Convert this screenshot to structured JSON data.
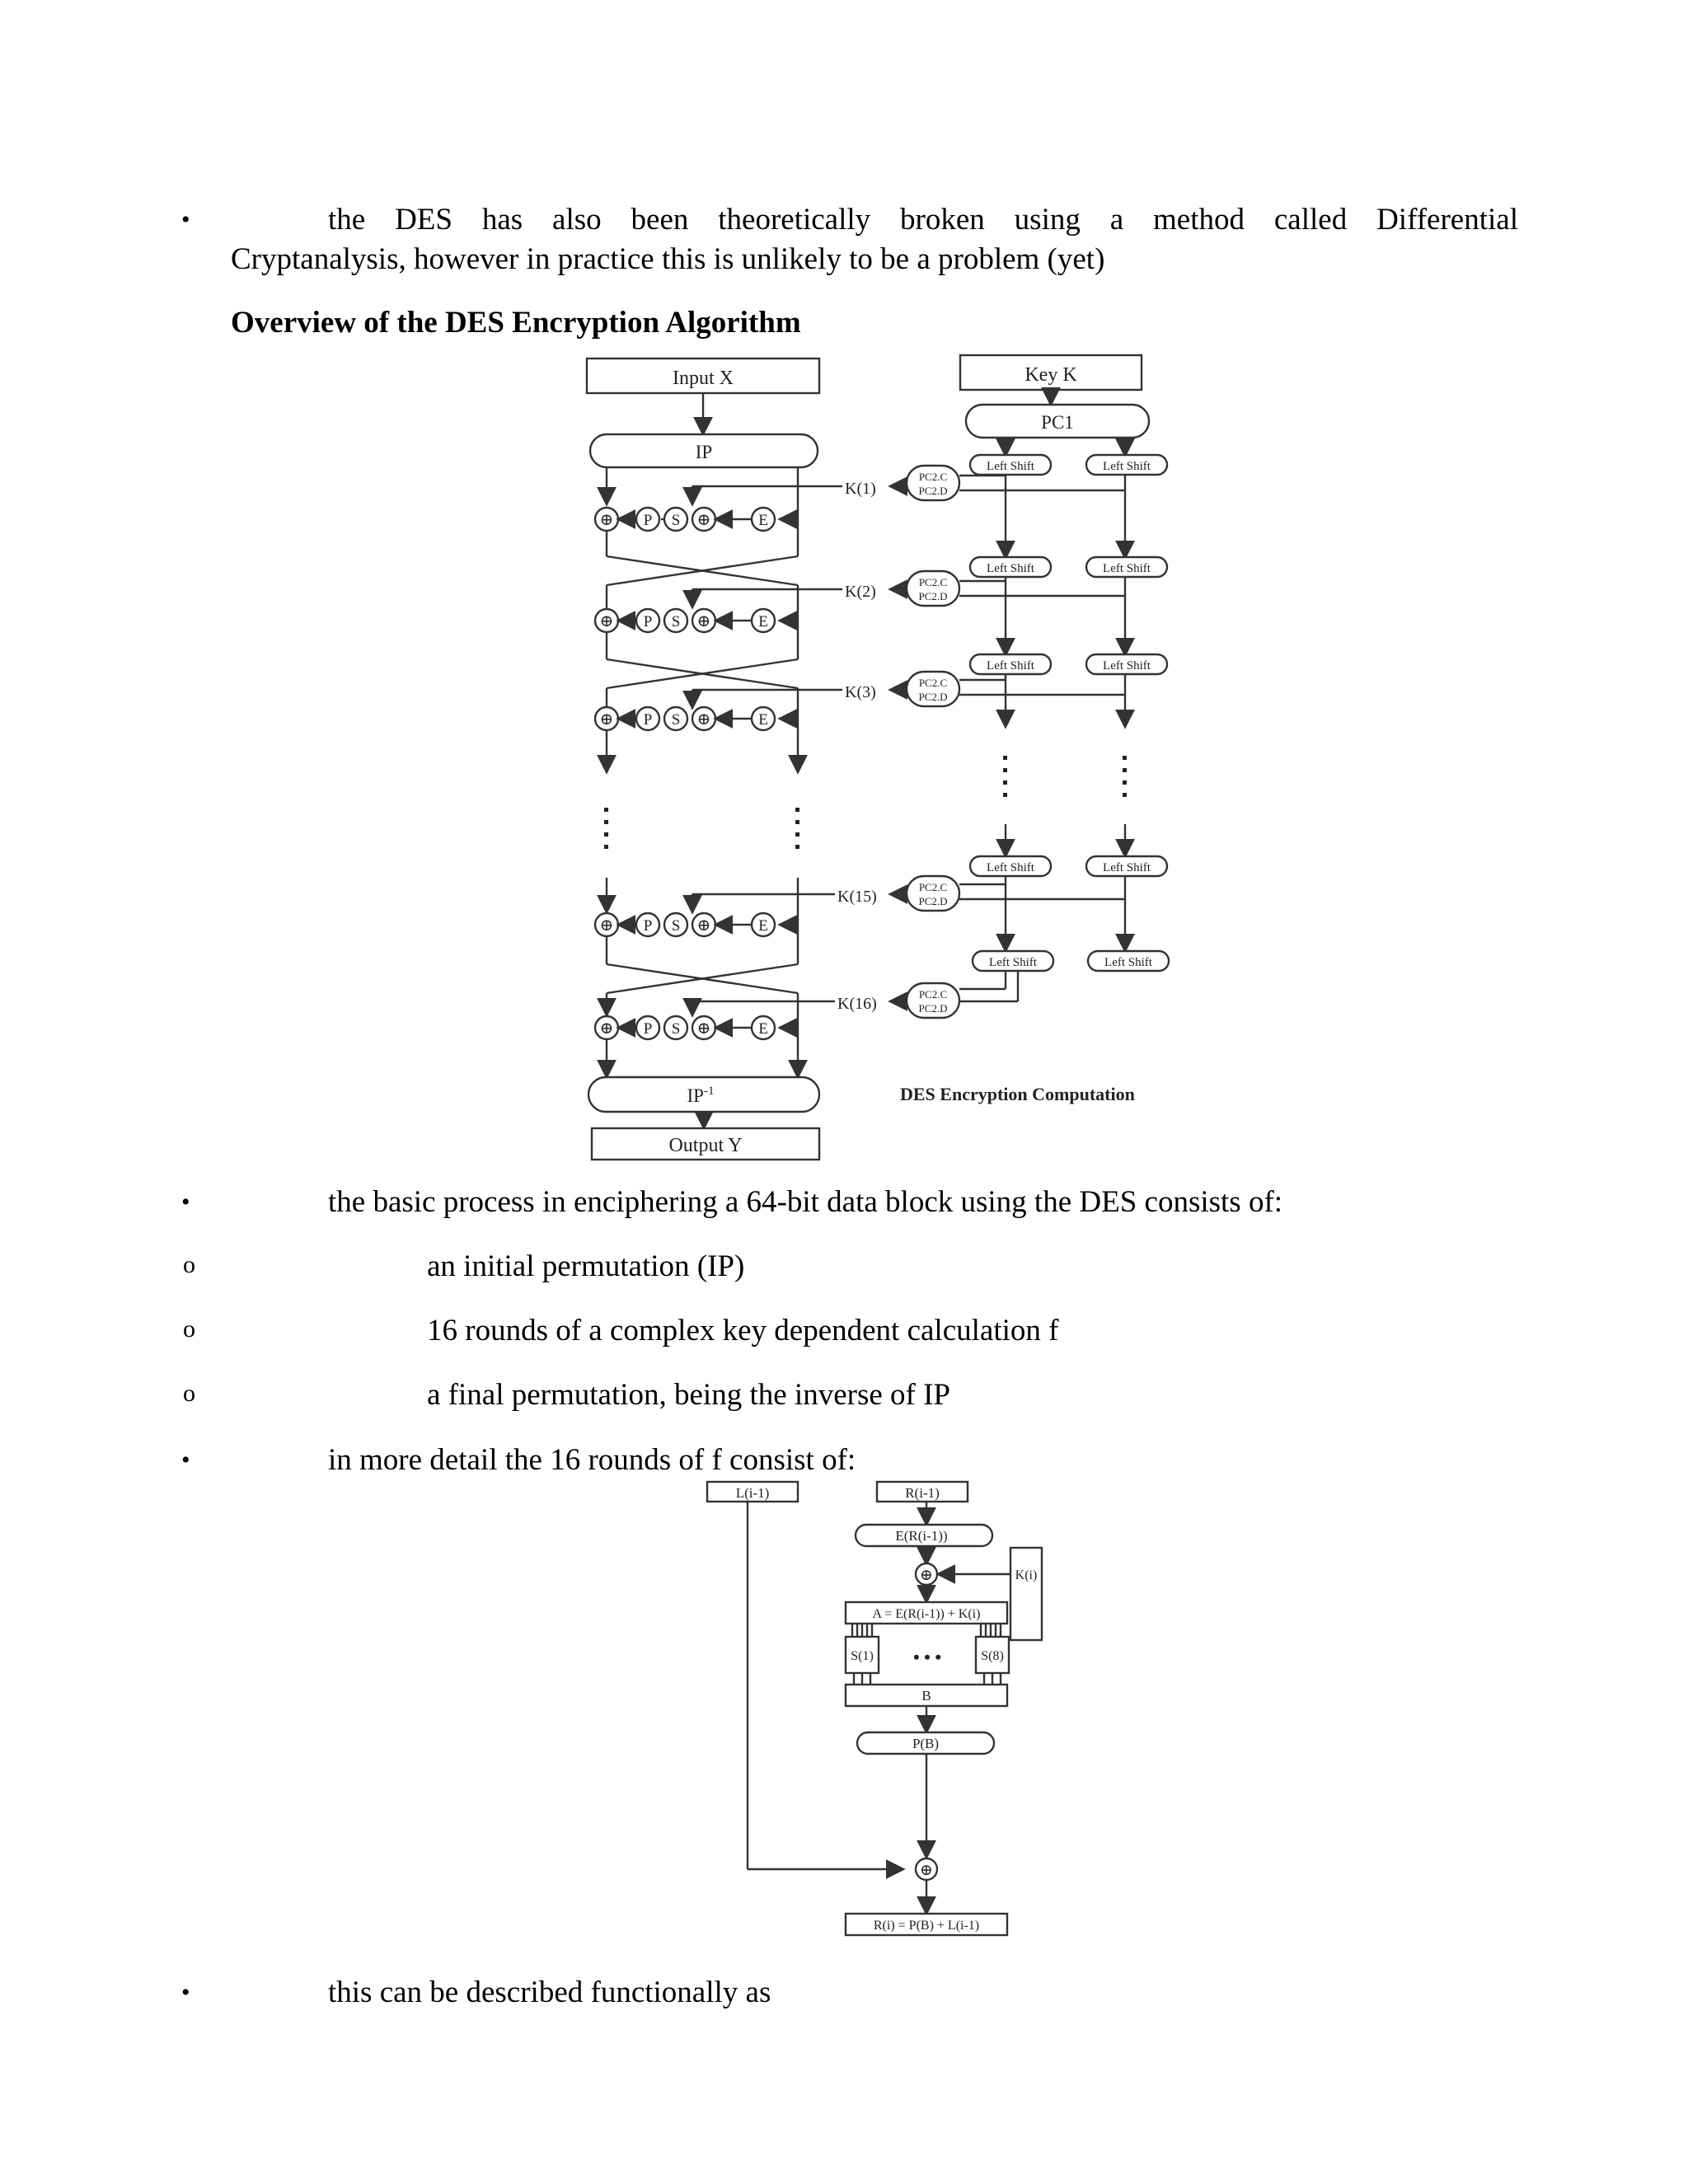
{
  "paragraphs": {
    "p1_line1": "the DES has also been theoretically broken using a method called Differential",
    "p1_line2": "Cryptanalysis, however in practice this is unlikely to be a problem (yet)",
    "heading": "Overview of the DES Encryption Algorithm",
    "p2": "the basic process in enciphering a 64-bit data block using the DES consists of:",
    "sub1": "an initial permutation (IP)",
    "sub2": "16 rounds of a complex key dependent calculation f",
    "sub3": "a final permutation, being the inverse of IP",
    "p3": "in more detail the 16 rounds of f consist of:",
    "p4": "this can be described functionally as"
  },
  "bullets": {
    "filled": "•",
    "hollow": "o"
  },
  "des_diagram": {
    "input": "Input X",
    "key": "Key K",
    "pc1": "PC1",
    "ip": "IP",
    "ip_inverse_base": "IP",
    "ip_inverse_sup": "-1",
    "output": "Output Y",
    "caption": "DES Encryption Computation",
    "left_shift": "Left Shift",
    "pc2_c": "PC2.C",
    "pc2_d": "PC2.D",
    "round_keys": [
      "K(1)",
      "K(2)",
      "K(3)",
      "K(15)",
      "K(16)"
    ],
    "ops": {
      "xor": "⊕",
      "p": "P",
      "s": "S",
      "e": "E"
    }
  },
  "f_diagram": {
    "left_in": "L(i-1)",
    "right_in": "R(i-1)",
    "expand": "E(R(i-1))",
    "key": "K(i)",
    "a_eq": "A = E(R(i-1)) + K(i)",
    "s1": "S(1)",
    "s8": "S(8)",
    "dots": "• • •",
    "b": "B",
    "pb": "P(B)",
    "result": "R(i) = P(B) + L(i-1)",
    "xor": "⊕"
  }
}
